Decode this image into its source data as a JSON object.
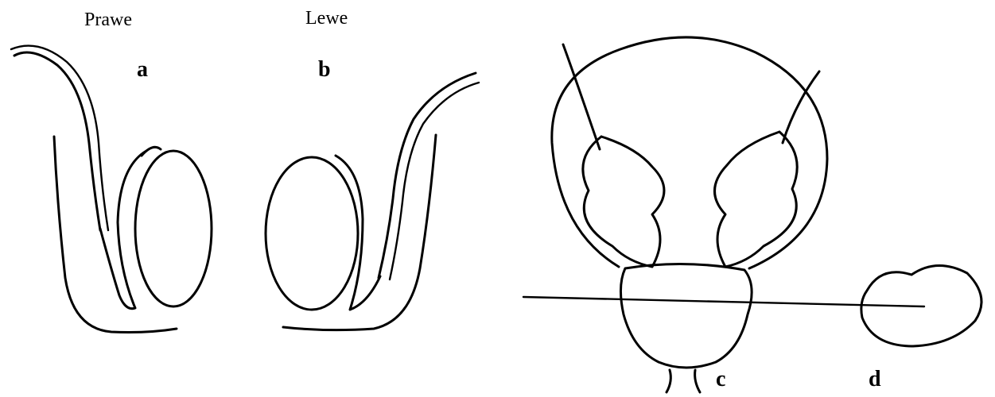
{
  "labels": {
    "right_side": "Prawe",
    "left_side": "Lewe",
    "panel_a": "a",
    "panel_b": "b",
    "panel_c": "c",
    "panel_d": "d"
  }
}
